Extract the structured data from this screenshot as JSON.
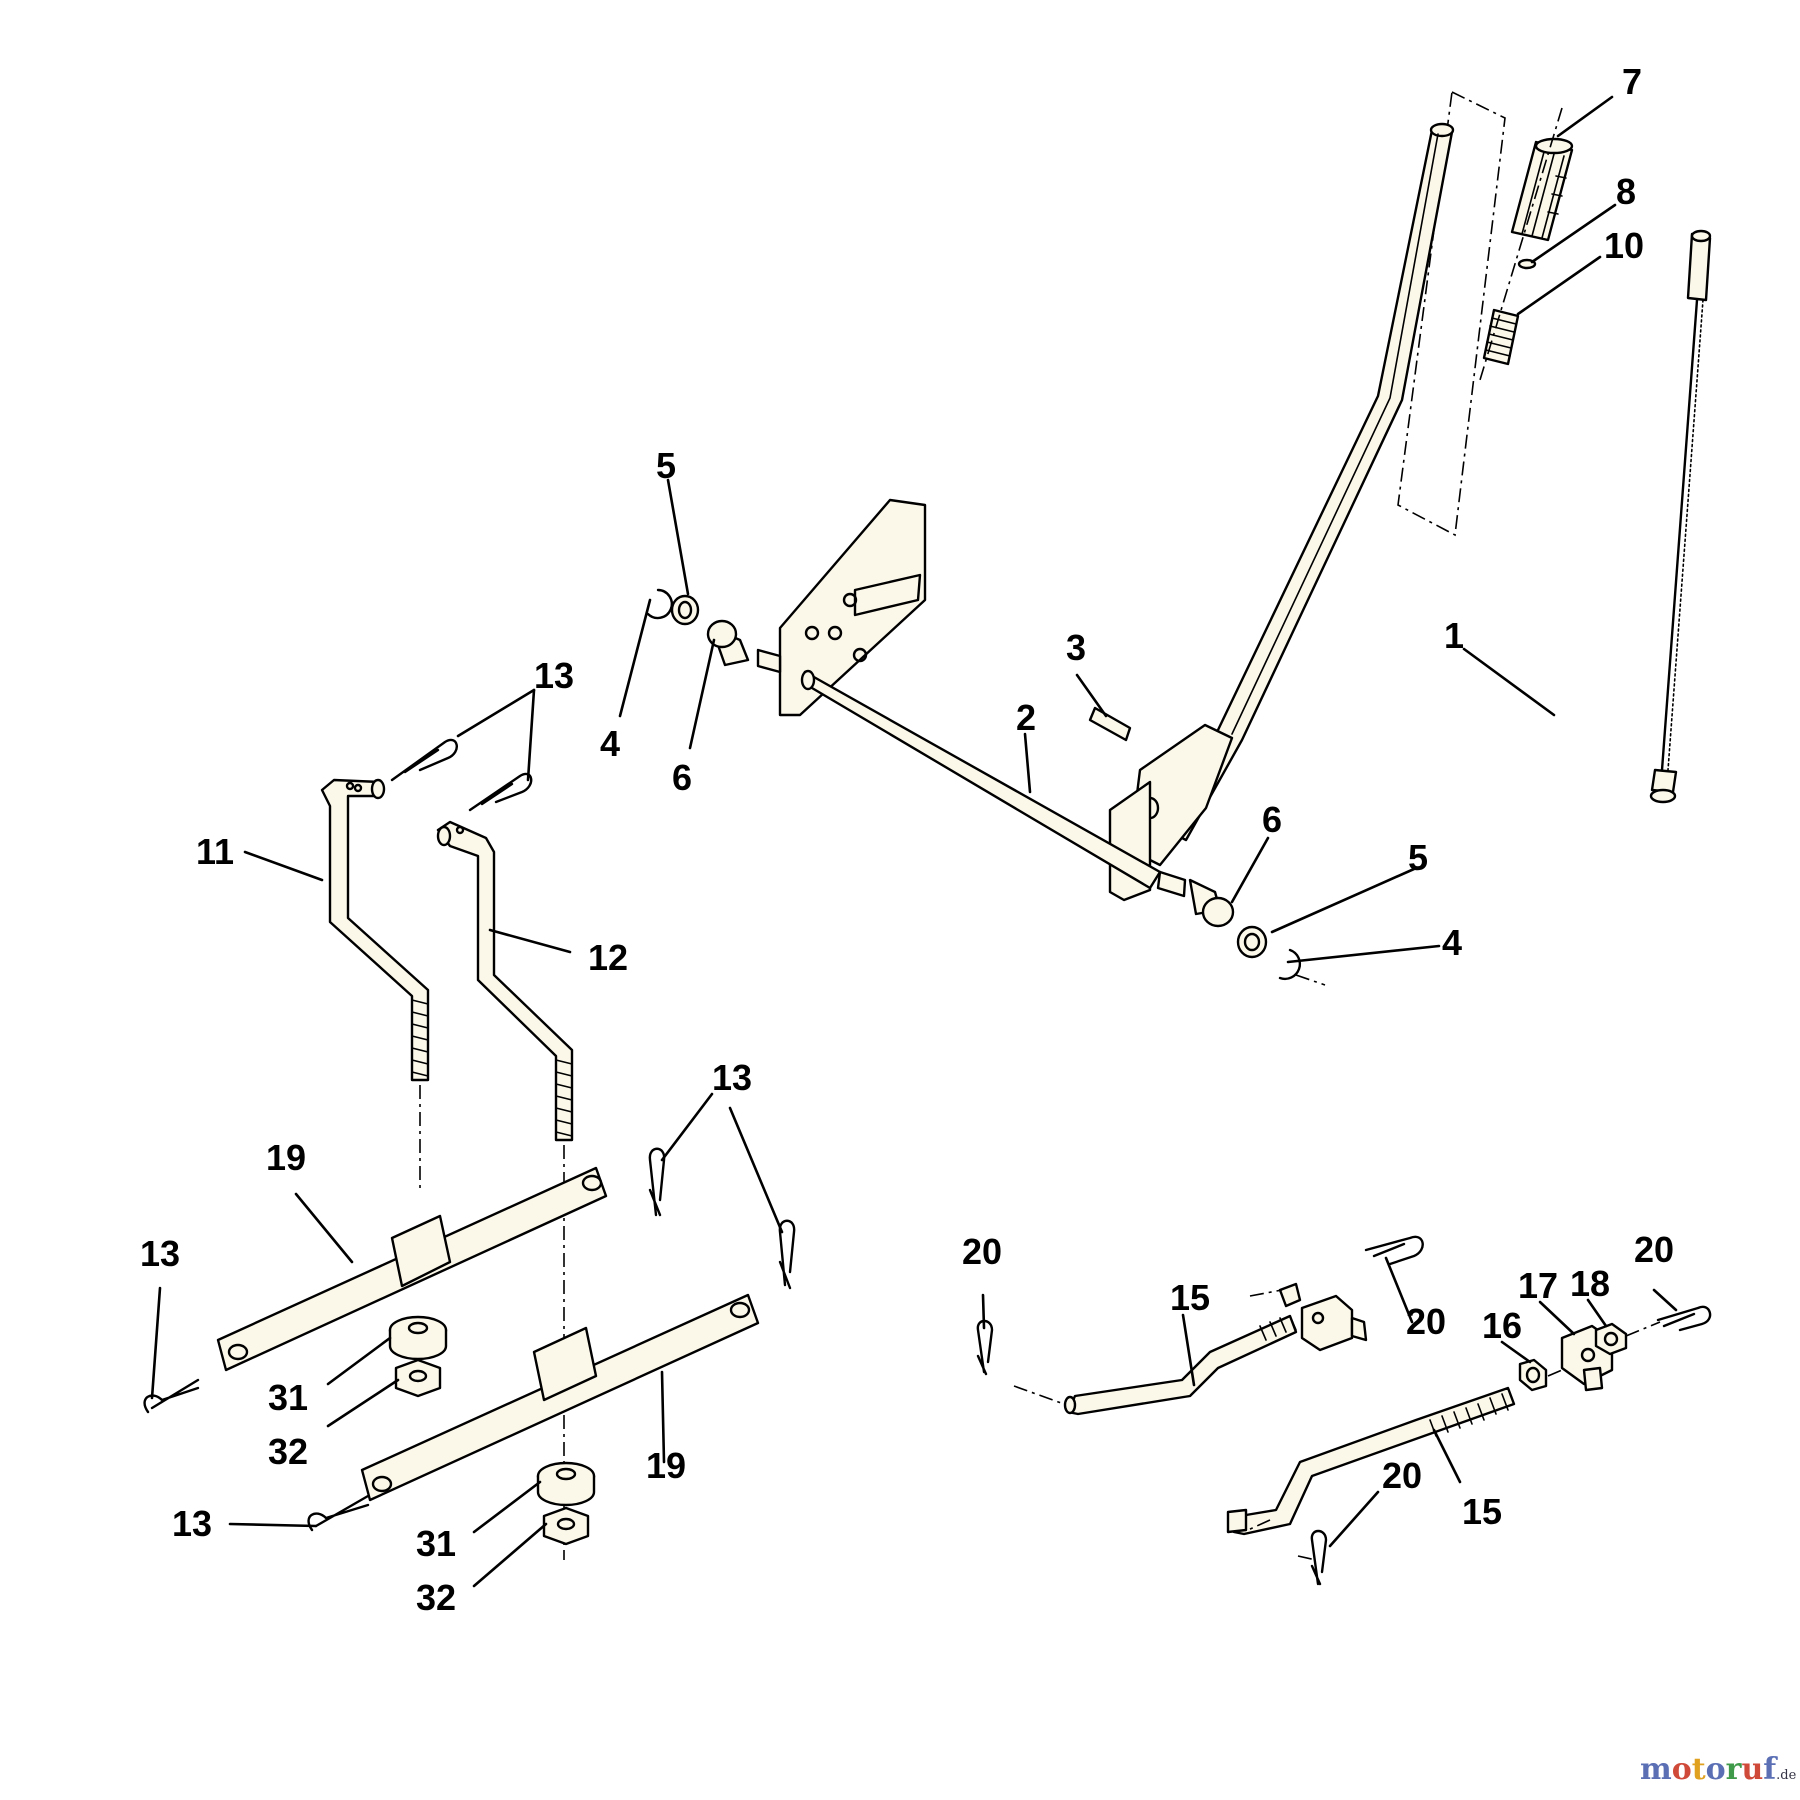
{
  "callouts": {
    "c1": "1",
    "c2": "2",
    "c3": "3",
    "c4a": "4",
    "c4b": "4",
    "c5a": "5",
    "c5b": "5",
    "c6a": "6",
    "c6b": "6",
    "c7": "7",
    "c8": "8",
    "c10": "10",
    "c11": "11",
    "c12": "12",
    "c13a": "13",
    "c13b": "13",
    "c13c": "13",
    "c13d": "13",
    "c15a": "15",
    "c15b": "15",
    "c16": "16",
    "c17": "17",
    "c18": "18",
    "c19a": "19",
    "c19b": "19",
    "c20a": "20",
    "c20b": "20",
    "c20c": "20",
    "c20d": "20",
    "c31a": "31",
    "c31b": "31",
    "c32a": "32",
    "c32b": "32"
  },
  "watermark": {
    "letters": [
      "m",
      "o",
      "t",
      "o",
      "r",
      "u",
      "f"
    ],
    "letter_colors": [
      "#5b6fb5",
      "#d04a3a",
      "#e0a020",
      "#5b6fb5",
      "#3f9a4a",
      "#d04a3a",
      "#5b6fb5"
    ],
    "suffix": ".de"
  }
}
